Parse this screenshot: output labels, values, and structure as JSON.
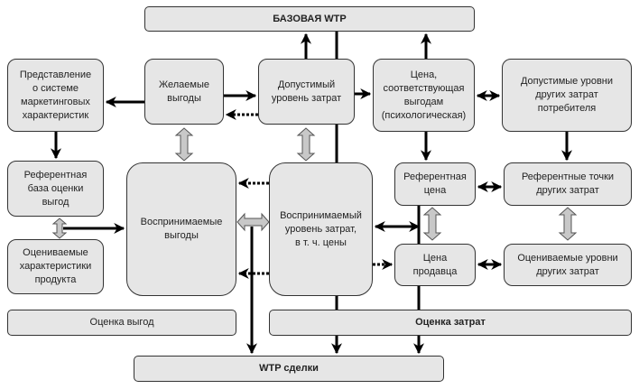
{
  "diagram": {
    "base_wtp": "БАЗОВАЯ WTP",
    "deal_wtp": "WTP сделки",
    "benefit_eval": "Оценка выгод",
    "cost_eval": "Оценка затрат",
    "nodes": {
      "marketing_view": "Представление\nо системе\nмаркетинговых\nхарактеристик",
      "desired_benefits": "Желаемые\nвыгоды",
      "acceptable_cost": "Допустимый\nуровень затрат",
      "benefit_price": "Цена,\nсоответствующая\nвыгодам\n(психологическая)",
      "other_costs_acceptable": "Допустимые уровни\nдругих затрат\nпотребителя",
      "reference_base": "Референтная\nбаза оценки\nвыгод",
      "product_features": "Оцениваемые\nхарактеристики\nпродукта",
      "perceived_benefits": "Воспринимаемые\nвыгоды",
      "perceived_cost": "Воспринимаемый\nуровень затрат,\nв т. ч. цены",
      "reference_price": "Референтная\nцена",
      "reference_other": "Референтные точки\nдругих затрат",
      "seller_price": "Цена\nпродавца",
      "other_costs_eval": "Оцениваемые уровни\nдругих затрат"
    }
  }
}
